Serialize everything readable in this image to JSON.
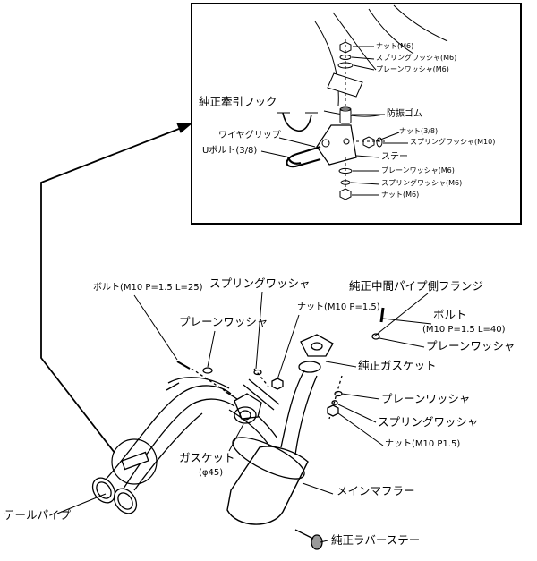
{
  "inset": {
    "labels": {
      "tow_hook": "純正牽引フック",
      "wire_grip": "ワイヤグリップ",
      "u_bolt": "Uボルト(3/8)",
      "nut_m6_top": "ナット(M6)",
      "spring_washer_m6_top": "スプリングワッシャ(M6)",
      "plain_washer_m6_top": "プレーンワッシャ(M6)",
      "rubber_mount": "防振ゴム",
      "nut_3_8": "ナット(3/8)",
      "spring_washer_m10": "スプリングワッシャ(M10)",
      "stay": "ステー",
      "plain_washer_m6_bottom": "プレーンワッシャ(M6)",
      "spring_washer_m6_bottom": "スプリングワッシャ(M6)",
      "nut_m6_bottom": "ナット(M6)"
    }
  },
  "main": {
    "labels": {
      "bolt_left": "ボルト(M10 P=1.5 L=25)",
      "spring_washer_top": "スプリングワッシャ",
      "oem_mid_flange": "純正中間パイプ側フランジ",
      "plain_washer_left": "プレーンワッシャ",
      "nut_m10": "ナット(M10 P=1.5)",
      "bolt_right": "ボルト",
      "bolt_right_spec": "(M10 P=1.5 L=40)",
      "plain_washer_right": "プレーンワッシャ",
      "oem_gasket": "純正ガスケット",
      "plain_washer_lower": "プレーンワッシャ",
      "spring_washer_lower": "スプリングワッシャ",
      "nut_m10_p15": "ナット(M10 P1.5)",
      "gasket": "ガスケット",
      "gasket_size": "(φ45)",
      "main_muffler": "メインマフラー",
      "tail_pipe": "テールパイプ",
      "oem_rubber_stay": "純正ラバーステー"
    }
  }
}
